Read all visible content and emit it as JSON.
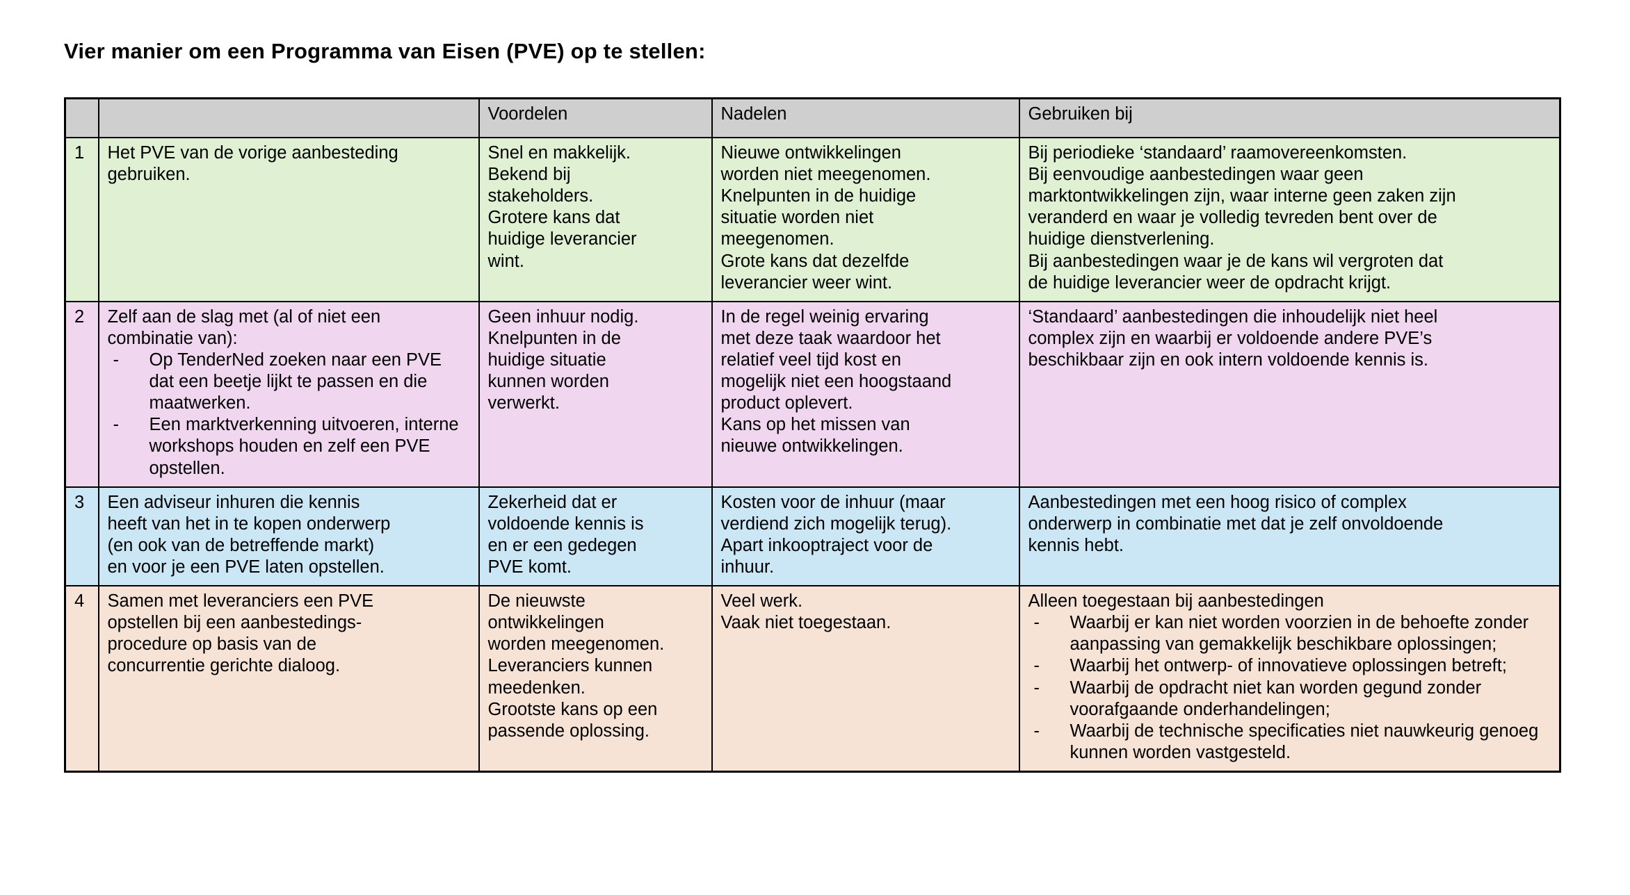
{
  "document": {
    "title": "Vier manier om een Programma van Eisen (PVE) op te stellen:"
  },
  "colors": {
    "header_fill": "#cfcfcf",
    "row1_fill": "#dff0d3",
    "row2_fill": "#f0d7ef",
    "row3_fill": "#cbe7f6",
    "row4_fill": "#f6e3d6",
    "border": "#000000",
    "text": "#000000"
  },
  "table": {
    "headers": {
      "num": "",
      "description": "",
      "pros": "Voordelen",
      "cons": "Nadelen",
      "use": "Gebruiken bij"
    },
    "rows": [
      {
        "num": "1",
        "description_lines": [
          "Het PVE van de vorige aanbesteding",
          "gebruiken."
        ],
        "pros_lines": [
          "Snel en makkelijk.",
          "Bekend bij",
          "stakeholders.",
          "Grotere kans dat",
          "huidige leverancier",
          "wint."
        ],
        "cons_lines": [
          "Nieuwe ontwikkelingen",
          "worden niet meegenomen.",
          "Knelpunten in de huidige",
          "situatie worden niet",
          "meegenomen.",
          "Grote kans dat dezelfde",
          "leverancier weer wint."
        ],
        "use_lines": [
          "Bij periodieke ‘standaard’ raamovereenkomsten.",
          "Bij eenvoudige aanbestedingen waar geen",
          "marktontwikkelingen zijn, waar interne geen zaken zijn",
          "veranderd en waar je volledig tevreden bent over de",
          "huidige dienstverlening.",
          "Bij aanbestedingen waar je de kans wil vergroten dat",
          "de huidige leverancier weer de opdracht krijgt."
        ],
        "use_bullets": []
      },
      {
        "num": "2",
        "description_lines": [
          "Zelf aan de slag met (al of niet een",
          "combinatie van):"
        ],
        "description_bullets": [
          "Op TenderNed zoeken naar een PVE dat een beetje lijkt te passen en die maatwerken.",
          "Een marktverkenning uitvoeren, interne workshops houden en zelf een PVE opstellen."
        ],
        "pros_lines": [
          "Geen inhuur nodig.",
          "Knelpunten in de",
          "huidige situatie",
          "kunnen worden",
          "verwerkt."
        ],
        "cons_lines": [
          "In de regel weinig ervaring",
          "met deze taak waardoor het",
          "relatief veel tijd kost en",
          "mogelijk niet een hoogstaand",
          "product oplevert.",
          "Kans op het missen van",
          "nieuwe ontwikkelingen."
        ],
        "use_lines": [
          "‘Standaard’ aanbestedingen die inhoudelijk niet heel",
          "complex zijn en waarbij er voldoende andere PVE’s",
          "beschikbaar zijn en ook intern voldoende kennis is."
        ],
        "use_bullets": []
      },
      {
        "num": "3",
        "description_lines": [
          "Een adviseur inhuren die kennis",
          "heeft van het in te kopen onderwerp",
          "(en ook van de betreffende markt)",
          "en voor je een PVE laten opstellen."
        ],
        "description_bullets": [],
        "pros_lines": [
          "Zekerheid dat er",
          "voldoende kennis is",
          "en er een gedegen",
          "PVE komt."
        ],
        "cons_lines": [
          "Kosten voor de inhuur (maar",
          "verdiend zich mogelijk terug).",
          "Apart inkooptraject voor de",
          "inhuur."
        ],
        "use_lines": [
          "Aanbestedingen met een hoog risico of complex",
          "onderwerp in combinatie met dat je zelf onvoldoende",
          "kennis hebt."
        ],
        "use_bullets": []
      },
      {
        "num": "4",
        "description_lines": [
          "Samen met leveranciers een PVE",
          "opstellen bij een aanbestedings-",
          "procedure op basis van de",
          "concurrentie gerichte dialoog."
        ],
        "description_bullets": [],
        "pros_lines": [
          "De nieuwste",
          "ontwikkelingen",
          "worden meegenomen.",
          "Leveranciers kunnen",
          "meedenken.",
          "Grootste kans op een",
          "passende oplossing."
        ],
        "cons_lines": [
          "Veel werk.",
          "Vaak niet toegestaan."
        ],
        "use_lines": [
          "Alleen toegestaan bij aanbestedingen"
        ],
        "use_bullets": [
          "Waarbij er kan niet worden voorzien in de behoefte zonder aanpassing van gemakkelijk beschikbare oplossingen;",
          "Waarbij het ontwerp- of innovatieve oplossingen betreft;",
          "Waarbij de opdracht niet kan worden gegund zonder voorafgaande onderhandelingen;",
          "Waarbij de technische specificaties niet nauwkeurig genoeg kunnen worden vastgesteld."
        ]
      }
    ],
    "bullet_marker": "-"
  }
}
